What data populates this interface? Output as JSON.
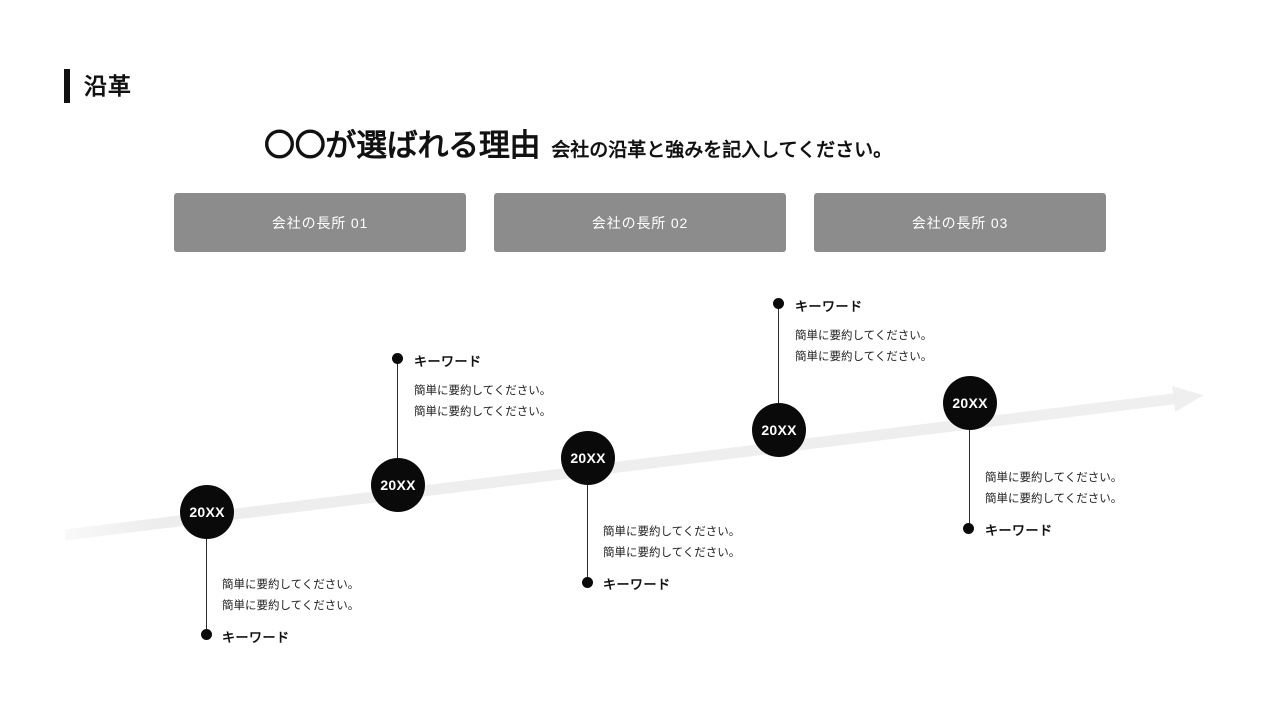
{
  "header": {
    "section_title": "沿革",
    "accent_color": "#111111"
  },
  "title": {
    "main": "〇〇が選ばれる理由",
    "sub": "会社の沿革と強みを記入してください。"
  },
  "strengths": {
    "box_color": "#8c8c8c",
    "text_color": "#ffffff",
    "items": [
      {
        "label": "会社の長所 01"
      },
      {
        "label": "会社の長所 02"
      },
      {
        "label": "会社の長所 03"
      }
    ]
  },
  "timeline": {
    "track_color": "#ededed",
    "node_color": "#0a0a0a",
    "nodes": [
      {
        "year": "20XX",
        "keyword": "キーワード",
        "desc_line1": "簡単に要約してください。",
        "desc_line2": "簡単に要約してください。",
        "direction": "down"
      },
      {
        "year": "20XX",
        "keyword": "キーワード",
        "desc_line1": "簡単に要約してください。",
        "desc_line2": "簡単に要約してください。",
        "direction": "up"
      },
      {
        "year": "20XX",
        "keyword": "キーワード",
        "desc_line1": "簡単に要約してください。",
        "desc_line2": "簡単に要約してください。",
        "direction": "down"
      },
      {
        "year": "20XX",
        "keyword": "キーワード",
        "desc_line1": "簡単に要約してください。",
        "desc_line2": "簡単に要約してください。",
        "direction": "up"
      },
      {
        "year": "20XX",
        "keyword": "キーワード",
        "desc_line1": "簡単に要約してください。",
        "desc_line2": "簡単に要約してください。",
        "direction": "down"
      }
    ]
  }
}
